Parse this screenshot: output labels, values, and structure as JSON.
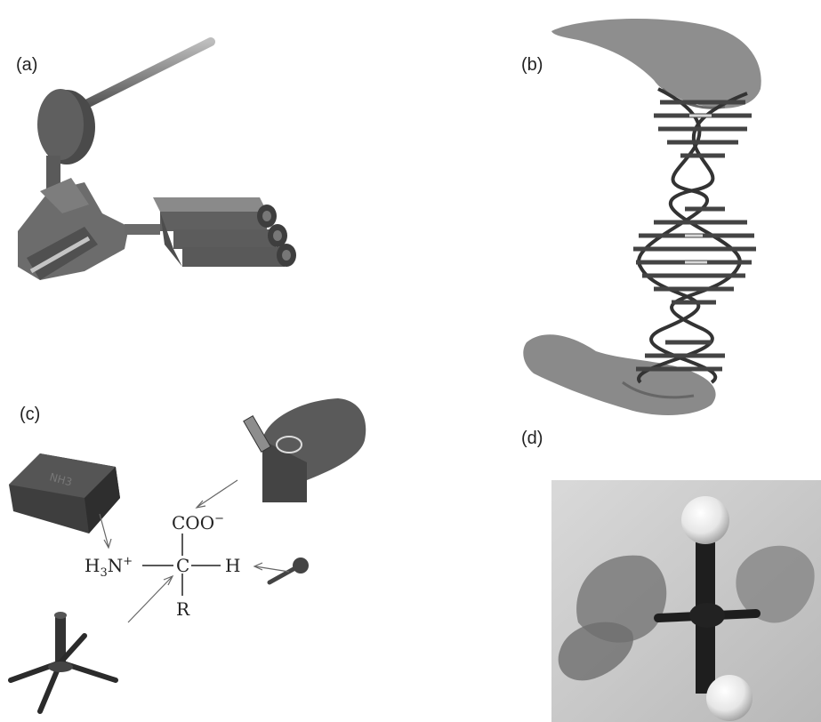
{
  "panels": {
    "a": {
      "label": "(a)"
    },
    "b": {
      "label": "(b)"
    },
    "c": {
      "label": "(c)"
    },
    "d": {
      "label": "(d)"
    }
  },
  "formula": {
    "top": "COO",
    "top_charge": "−",
    "left": "H",
    "left_sub": "3",
    "left_n": "N",
    "left_charge": "+",
    "center": "C",
    "right": "H",
    "bottom": "R"
  },
  "colors": {
    "piece_dark": "#4a4a4a",
    "piece_mid": "#6e6e6e",
    "piece_light": "#9a9a9a",
    "photo_bg": "#cfcfcf",
    "skin": "#8e8e8e"
  }
}
